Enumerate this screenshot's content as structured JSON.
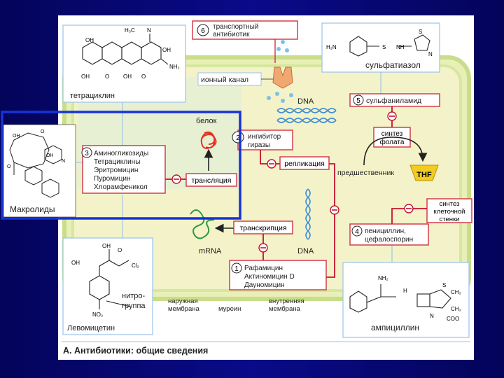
{
  "diagram": {
    "title": "А. Антибиотики: общие сведения",
    "panel_macrolides": {
      "caption": "Макролиды"
    },
    "panel_tetracycline": {
      "caption": "тетрациклин"
    },
    "panel_chloramphenicol": {
      "caption": "Левомицетин",
      "note_line1": "нитро-",
      "note_line2": "группа"
    },
    "panel_sulfathiazole": {
      "caption": "сульфатиазол"
    },
    "panel_ampicillin": {
      "caption": "ампициллин"
    },
    "group3": {
      "number": "3",
      "items": [
        "Аминогликозиды",
        "Тетрациклины",
        "Эритромицин",
        "Пуромицин",
        "Хлорамфеникол"
      ]
    },
    "group6": {
      "number": "6",
      "line1": "транспортный",
      "line2": "антибиотик"
    },
    "group5": {
      "number": "5",
      "label": "сульфаниламид"
    },
    "group2": {
      "number": "2",
      "line1": "ингибитор",
      "line2": "гиразы"
    },
    "group1": {
      "number": "1",
      "items": [
        "Рафамицин",
        "Актиномицин D",
        "Дауномицин"
      ]
    },
    "group4": {
      "number": "4",
      "line1": "пенициллин,",
      "line2": "цефалоспорин"
    },
    "labels": {
      "ion_channel": "ионный канал",
      "dna_top": "DNA",
      "dna_bottom": "DNA",
      "protein": "белок",
      "mrna": "mRNA",
      "translation": "трансляция",
      "transcription": "транскрипция",
      "replication": "репликация",
      "folate_line1": "синтез",
      "folate_line2": "фолата",
      "precursor": "предшественник",
      "thf": "THF",
      "cellwall_line1": "синтез",
      "cellwall_line2": "клеточной",
      "cellwall_line3": "стенки",
      "outer_membrane_line1": "наружная",
      "outer_membrane_line2": "мембрана",
      "murein": "муреин",
      "inner_membrane_line1": "внутренняя",
      "inner_membrane_line2": "мембрана",
      "minus": "−"
    },
    "chem": {
      "oh": "OH",
      "o": "O",
      "n": "N",
      "nh2": "NH₂",
      "h2n": "H₂N",
      "h": "H",
      "cl2": "Cl₂",
      "no2": "NO₂",
      "s": "S",
      "nh": "NH",
      "ch3": "CH₃",
      "coo": "COO",
      "h3c": "H₃C",
      "ch3n": "CH₃"
    },
    "colors": {
      "page_bg": "#0a0a8a",
      "figure_bg": "#ffffff",
      "cell_fill": "#f3f2c9",
      "cell_border": "#c9dd8a",
      "inhibitor_red": "#c4122f",
      "box_border": "#d2313f",
      "highlight_blue": "#1733d6",
      "thf_yellow": "#f2cc1e",
      "dna_blue": "#3f8fd6",
      "protein_red": "#e53324",
      "mrna_green": "#2f9a3f"
    }
  }
}
